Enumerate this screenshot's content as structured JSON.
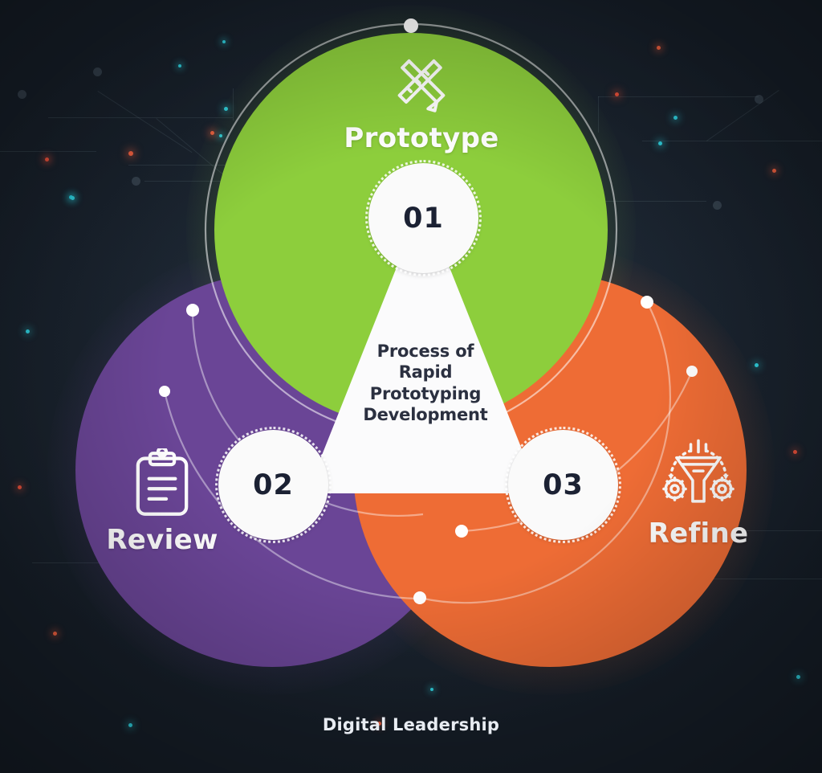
{
  "meta": {
    "title": "Process of Rapid Prototyping Development",
    "footer_caption": "Digital Leadership"
  },
  "colors": {
    "background": "#1b2430",
    "prototype": "#8DCE3C",
    "review": "#6A4596",
    "refine": "#EE6C35",
    "badge_bg": "#fafafa",
    "badge_text": "#1b2133",
    "center_text": "#2b3040",
    "label_text": "#ffffff",
    "footer_text": "#e8ecf2"
  },
  "center": {
    "line1": "Process of",
    "line2": "Rapid",
    "line3": "Prototyping",
    "line4": "Development"
  },
  "sections": [
    {
      "key": "prototype",
      "label": "Prototype",
      "number": "01",
      "icon": "pencil-ruler-icon",
      "color": "#8DCE3C"
    },
    {
      "key": "review",
      "label": "Review",
      "number": "02",
      "icon": "clipboard-icon",
      "color": "#6A4596"
    },
    {
      "key": "refine",
      "label": "Refine",
      "number": "03",
      "icon": "funnel-gears-icon",
      "color": "#EE6C35"
    }
  ],
  "footer": {
    "caption": "Digital Leadership"
  }
}
